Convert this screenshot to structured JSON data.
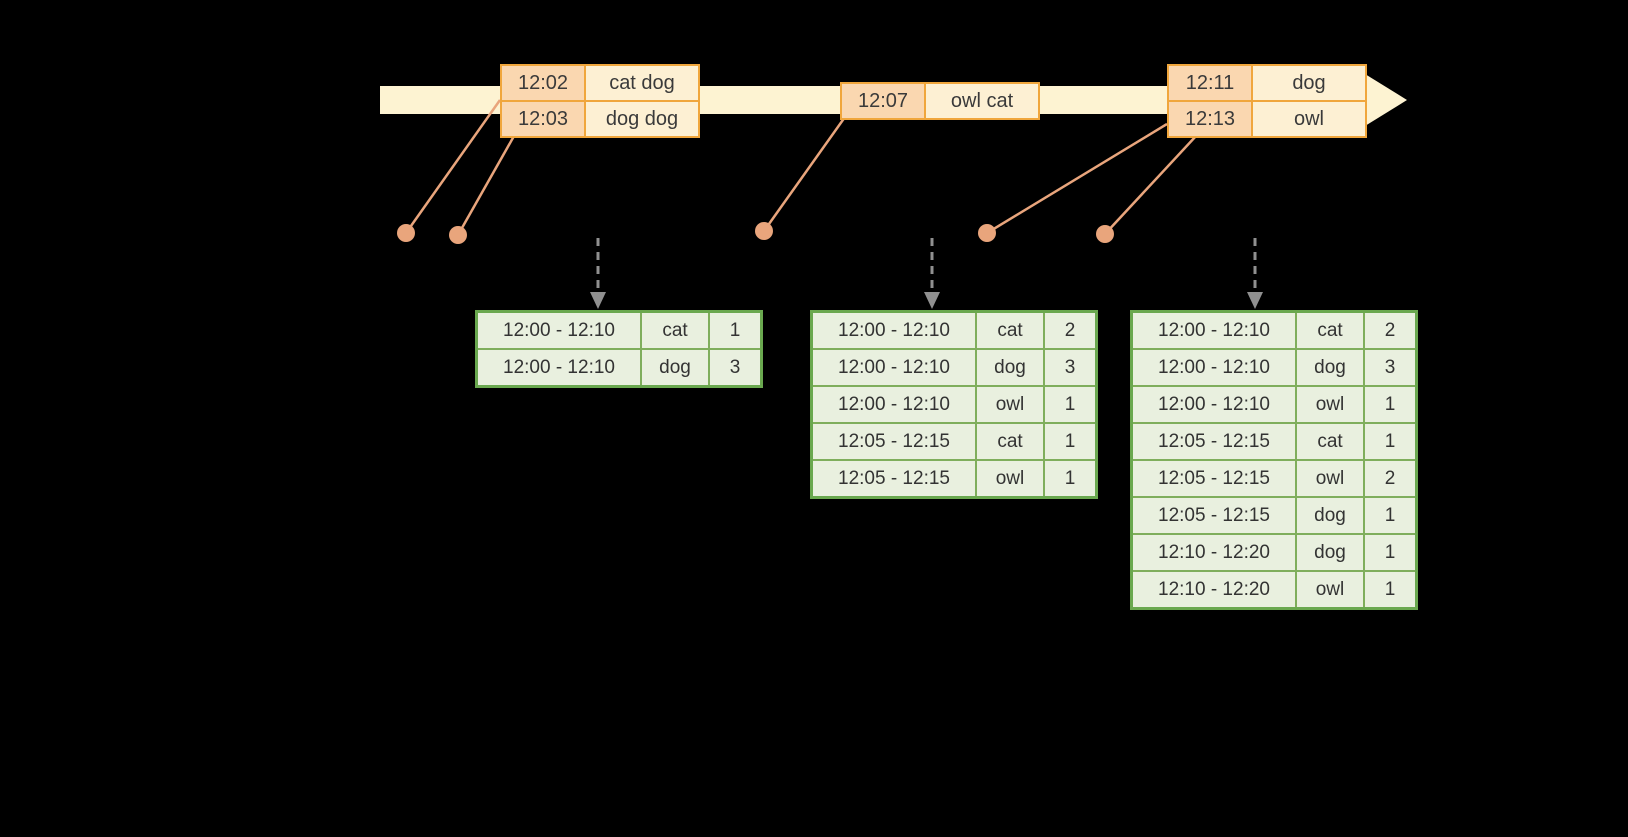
{
  "colors": {
    "background": "#000000",
    "timeline_fill": "#fdf3d2",
    "event_border": "#f0a63c",
    "event_time_cell": "#fad7b0",
    "event_words_cell": "#fdf0d3",
    "connector": "#e9a57c",
    "result_border": "#6aa84f",
    "result_cell": "#e9f0df",
    "trigger_arrow": "#909090",
    "text": "#3a3a3a"
  },
  "timeline": {
    "events": [
      {
        "rows": [
          {
            "time": "12:02",
            "words": "cat dog"
          },
          {
            "time": "12:03",
            "words": "dog dog"
          }
        ]
      },
      {
        "rows": [
          {
            "time": "12:07",
            "words": "owl cat"
          }
        ]
      },
      {
        "rows": [
          {
            "time": "12:11",
            "words": "dog"
          },
          {
            "time": "12:13",
            "words": "owl"
          }
        ]
      }
    ]
  },
  "result_tables": [
    {
      "rows": [
        {
          "window": "12:00 - 12:10",
          "word": "cat",
          "count": "1"
        },
        {
          "window": "12:00 - 12:10",
          "word": "dog",
          "count": "3"
        }
      ]
    },
    {
      "rows": [
        {
          "window": "12:00 - 12:10",
          "word": "cat",
          "count": "2"
        },
        {
          "window": "12:00 - 12:10",
          "word": "dog",
          "count": "3"
        },
        {
          "window": "12:00 - 12:10",
          "word": "owl",
          "count": "1"
        },
        {
          "window": "12:05 - 12:15",
          "word": "cat",
          "count": "1"
        },
        {
          "window": "12:05 - 12:15",
          "word": "owl",
          "count": "1"
        }
      ]
    },
    {
      "rows": [
        {
          "window": "12:00 - 12:10",
          "word": "cat",
          "count": "2"
        },
        {
          "window": "12:00 - 12:10",
          "word": "dog",
          "count": "3"
        },
        {
          "window": "12:00 - 12:10",
          "word": "owl",
          "count": "1"
        },
        {
          "window": "12:05 - 12:15",
          "word": "cat",
          "count": "1"
        },
        {
          "window": "12:05 - 12:15",
          "word": "owl",
          "count": "2"
        },
        {
          "window": "12:05 - 12:15",
          "word": "dog",
          "count": "1"
        },
        {
          "window": "12:10 - 12:20",
          "word": "dog",
          "count": "1"
        },
        {
          "window": "12:10 - 12:20",
          "word": "owl",
          "count": "1"
        }
      ]
    }
  ]
}
